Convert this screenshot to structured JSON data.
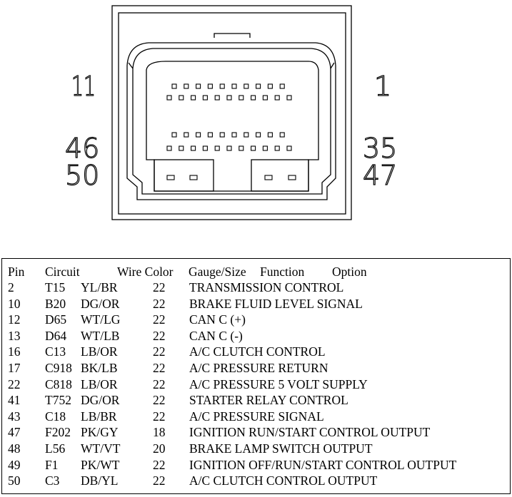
{
  "connector": {
    "labels": {
      "top_left": "11",
      "top_right": "1",
      "mid_left": "46",
      "mid_right": "35",
      "bottom_left": "50",
      "bottom_right": "47"
    }
  },
  "table": {
    "headers": {
      "pin": "Pin",
      "circuit": "Circuit",
      "wire_color": "Wire Color",
      "gauge": "Gauge/Size",
      "function": "Function",
      "option": "Option"
    },
    "rows": [
      {
        "pin": "2",
        "circuit": "T15",
        "color": "YL/BR",
        "gauge": "22",
        "function": "TRANSMISSION CONTROL"
      },
      {
        "pin": "10",
        "circuit": "B20",
        "color": "DG/OR",
        "gauge": "22",
        "function": "BRAKE FLUID LEVEL SIGNAL"
      },
      {
        "pin": "12",
        "circuit": "D65",
        "color": "WT/LG",
        "gauge": "22",
        "function": "CAN C (+)"
      },
      {
        "pin": "13",
        "circuit": "D64",
        "color": "WT/LB",
        "gauge": "22",
        "function": "CAN C (-)"
      },
      {
        "pin": "16",
        "circuit": "C13",
        "color": "LB/OR",
        "gauge": "22",
        "function": "A/C CLUTCH CONTROL"
      },
      {
        "pin": "17",
        "circuit": "C918",
        "color": "BK/LB",
        "gauge": "22",
        "function": "A/C PRESSURE RETURN"
      },
      {
        "pin": "22",
        "circuit": "C818",
        "color": "LB/OR",
        "gauge": "22",
        "function": "A/C PRESSURE 5 VOLT SUPPLY"
      },
      {
        "pin": "41",
        "circuit": "T752",
        "color": "DG/OR",
        "gauge": "22",
        "function": "STARTER RELAY CONTROL"
      },
      {
        "pin": "43",
        "circuit": "C18",
        "color": "LB/BR",
        "gauge": "22",
        "function": "A/C PRESSURE SIGNAL"
      },
      {
        "pin": "47",
        "circuit": "F202",
        "color": "PK/GY",
        "gauge": "18",
        "function": "IGNITION RUN/START CONTROL OUTPUT"
      },
      {
        "pin": "48",
        "circuit": "L56",
        "color": "WT/VT",
        "gauge": "20",
        "function": "BRAKE LAMP SWITCH OUTPUT"
      },
      {
        "pin": "49",
        "circuit": "F1",
        "color": "PK/WT",
        "gauge": "22",
        "function": "IGNITION OFF/RUN/START CONTROL OUTPUT"
      },
      {
        "pin": "50",
        "circuit": "C3",
        "color": "DB/YL",
        "gauge": "22",
        "function": "A/C CLUTCH CONTROL OUTPUT"
      }
    ]
  }
}
